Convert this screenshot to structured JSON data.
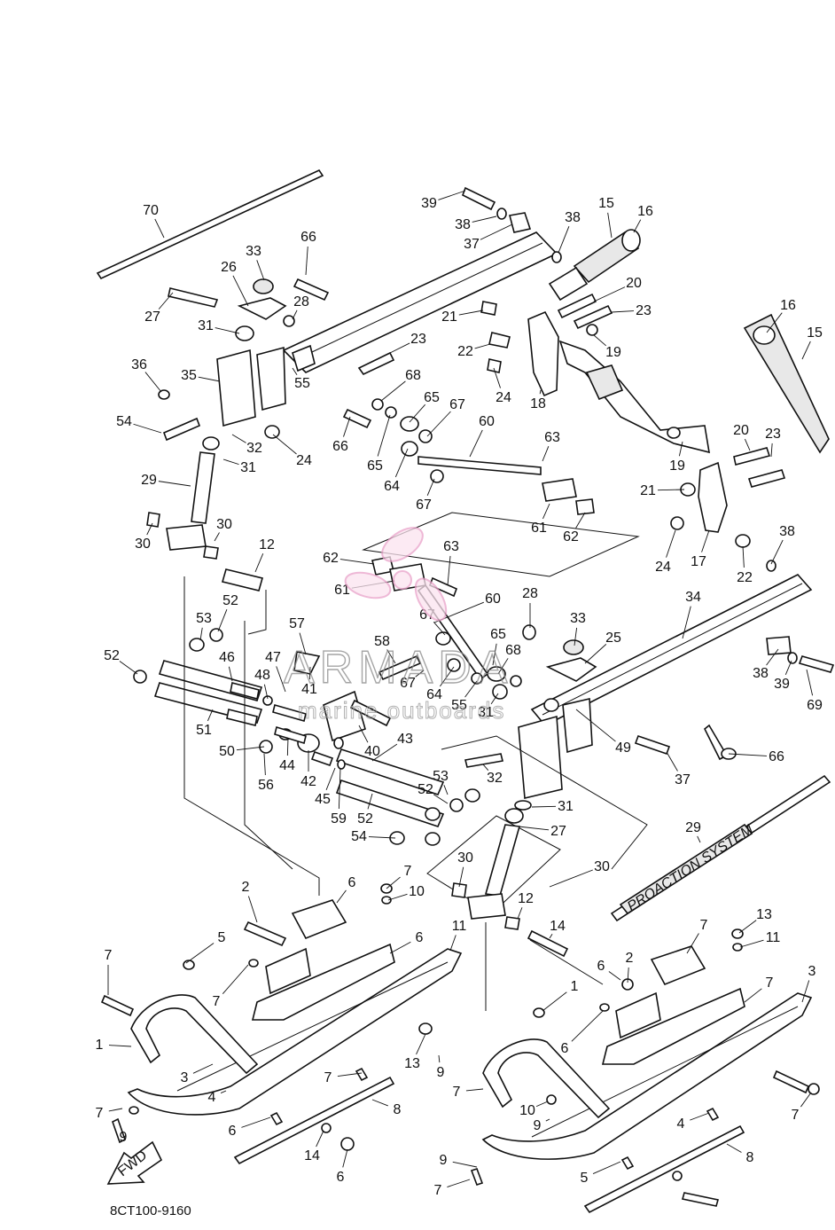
{
  "diagram_code": "8CT100-9160",
  "fwd_label": "FWD",
  "decal_text": "PROACTION SYSTEM",
  "watermark": {
    "brand": "ARMADA",
    "sub": "marine outboards",
    "accent": "#e9a1c9"
  },
  "callouts": [
    "70",
    "39",
    "38",
    "37",
    "38",
    "15",
    "16",
    "66",
    "33",
    "26",
    "28",
    "27",
    "31",
    "36",
    "35",
    "55",
    "54",
    "32",
    "31",
    "24",
    "23",
    "21",
    "22",
    "24",
    "18",
    "20",
    "23",
    "19",
    "68",
    "65",
    "67",
    "66",
    "65",
    "64",
    "60",
    "63",
    "67",
    "61",
    "62",
    "16",
    "15",
    "19",
    "20",
    "23",
    "21",
    "24",
    "17",
    "22",
    "38",
    "29",
    "30",
    "30",
    "12",
    "62",
    "61",
    "63",
    "60",
    "67",
    "28",
    "33",
    "25",
    "34",
    "52",
    "53",
    "52",
    "46",
    "57",
    "47",
    "48",
    "41",
    "58",
    "67",
    "65",
    "68",
    "64",
    "55",
    "31",
    "49",
    "51",
    "50",
    "44",
    "42",
    "45",
    "59",
    "56",
    "40",
    "43",
    "52",
    "53",
    "52",
    "54",
    "32",
    "31",
    "27",
    "66",
    "37",
    "38",
    "39",
    "69",
    "29",
    "30",
    "30",
    "12",
    "14",
    "6",
    "7",
    "10",
    "2",
    "6",
    "5",
    "7",
    "7",
    "3",
    "1",
    "11",
    "13",
    "9",
    "7",
    "4",
    "8",
    "9",
    "7",
    "6",
    "14",
    "6",
    "7",
    "13",
    "11",
    "6",
    "2",
    "1",
    "7",
    "3",
    "6",
    "7",
    "10",
    "9",
    "7",
    "4",
    "8",
    "9",
    "7",
    "5"
  ]
}
